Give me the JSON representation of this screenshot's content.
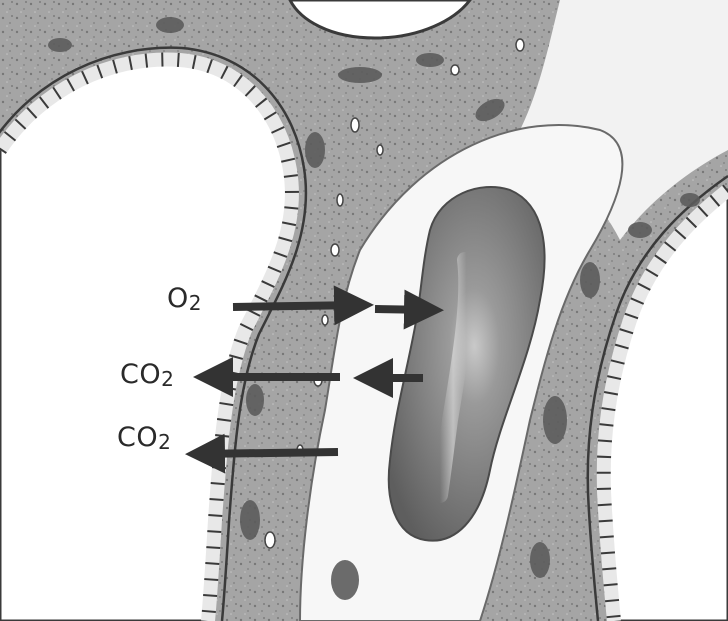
{
  "labels": {
    "o2": {
      "base": "O",
      "digit": "2"
    },
    "co2_upper": {
      "base": "CO",
      "digit": "2"
    },
    "co2_lower": {
      "base": "CO",
      "digit": "2"
    }
  },
  "colors": {
    "background": "#ffffff",
    "tissue": "#8f8f8f",
    "tissue_dark": "#4a4a4a",
    "epithelium_cells": "#e6e6e6",
    "red_blood_cell": "#6e6e6e",
    "arrows": "#333333",
    "label_text": "#2a2a2a"
  },
  "icons": {
    "alveolus_wall": "epithelial-lining",
    "capillary": "capillary-vessel",
    "red_blood_cell": "erythrocyte",
    "arrow_in": "arrow-right-icon",
    "arrow_out": "arrow-left-icon"
  }
}
